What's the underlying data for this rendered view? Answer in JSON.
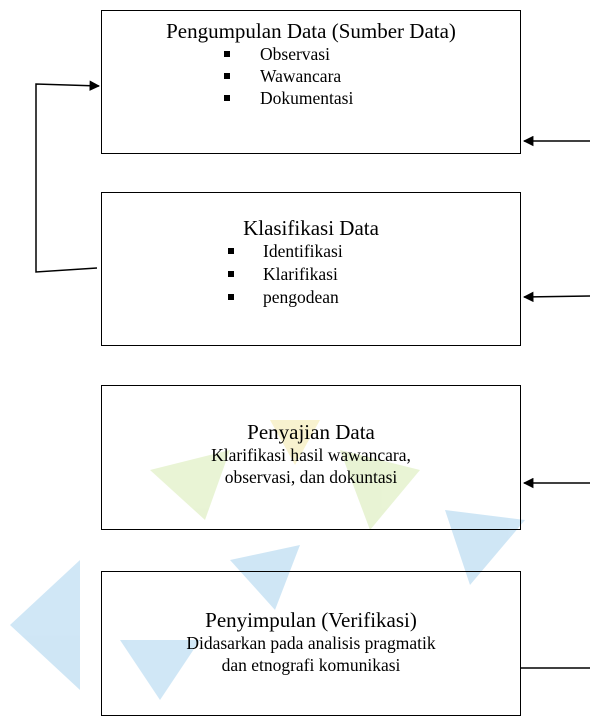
{
  "boxes": [
    {
      "title": "Pengumpulan Data (Sumber Data)",
      "items": [
        "Observasi",
        "Wawancara",
        "Dokumentasi"
      ]
    },
    {
      "title": "Klasifikasi Data",
      "items": [
        "Identifikasi",
        "Klarifikasi",
        "pengodean"
      ]
    },
    {
      "title": "Penyajian Data",
      "description_lines": [
        "Klarifikasi hasil wawancara,",
        "observasi, dan dokuntasi"
      ]
    },
    {
      "title": "Penyimpulan (Verifikasi)",
      "description_lines": [
        "Didasarkan pada analisis pragmatik",
        "dan etnografi komunikasi"
      ]
    }
  ],
  "colors": {
    "stroke": "#000000",
    "watermark_blue": "#a9d3ee",
    "watermark_green": "#d7ebb2",
    "watermark_yellow": "#f4e9a8"
  }
}
